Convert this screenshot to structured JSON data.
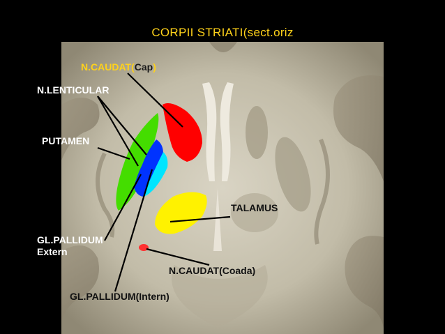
{
  "title": "CORPII STRIATI(sect.oriz",
  "colors": {
    "background": "#000000",
    "title": "#FFD21A",
    "label_primary": "#FFFFFF",
    "label_caudat": "#FFD21A",
    "label_cap": "#1A1A1A",
    "label_inner": "#111111",
    "caudate_head": "#FF0000",
    "putamen": "#44DD00",
    "globus_pallidus_external": "#0033FF",
    "globus_pallidus_internal": "#00E5FF",
    "thalamus": "#FFF200",
    "caudate_tail": "#FF3030",
    "leader_line": "#000000"
  },
  "labels": {
    "caudat_cap_name": "N.CAUDAT(",
    "caudat_cap_part": "Cap",
    "caudat_cap_close": ")",
    "lenticular": "N.LENTICULAR",
    "putamen": "PUTAMEN",
    "talamus": "TALAMUS",
    "pallidum_extern_line1": "GL.PALLIDUM",
    "pallidum_extern_line2": "Extern",
    "caudat_coada": "N.CAUDAT(Coada)",
    "pallidum_intern": "GL.PALLIDUM(Intern)"
  }
}
